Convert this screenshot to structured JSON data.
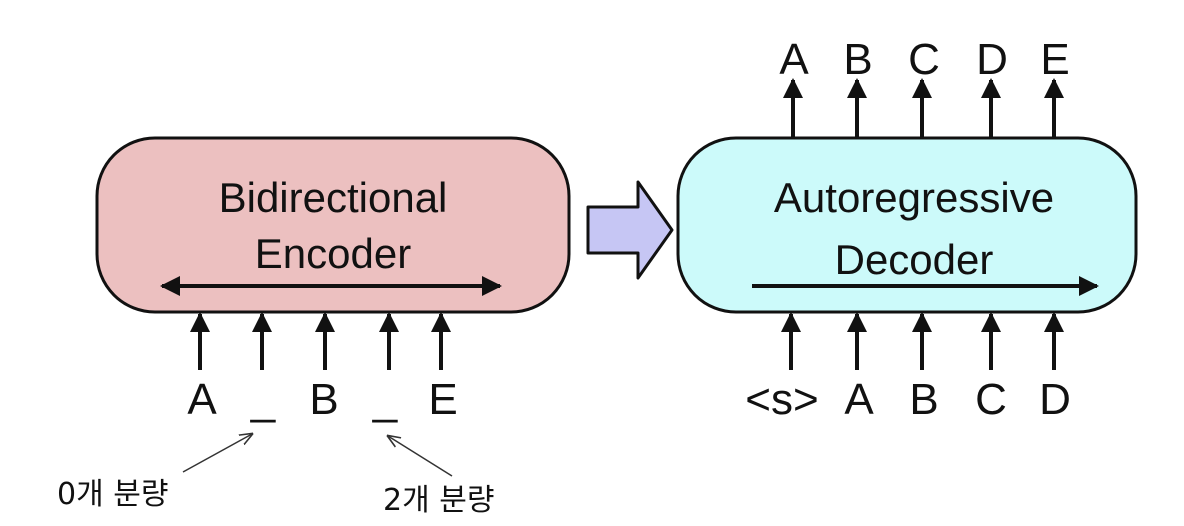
{
  "encoder": {
    "title_line1": "Bidirectional",
    "title_line2": "Encoder",
    "fill": "#ecc0c0",
    "inputs": [
      "A",
      "_",
      "B",
      "_",
      "E"
    ]
  },
  "decoder": {
    "title_line1": "Autoregressive",
    "title_line2": "Decoder",
    "fill": "#ccfafa",
    "inputs": [
      "<s>",
      "A",
      "B",
      "C",
      "D"
    ],
    "outputs": [
      "A",
      "B",
      "C",
      "D",
      "E"
    ]
  },
  "transfer_arrow": {
    "fill": "#c6c6f4"
  },
  "annotations": {
    "left_note": "0개 분량",
    "right_note": "2개 분량"
  },
  "colors": {
    "stroke": "#111111"
  }
}
